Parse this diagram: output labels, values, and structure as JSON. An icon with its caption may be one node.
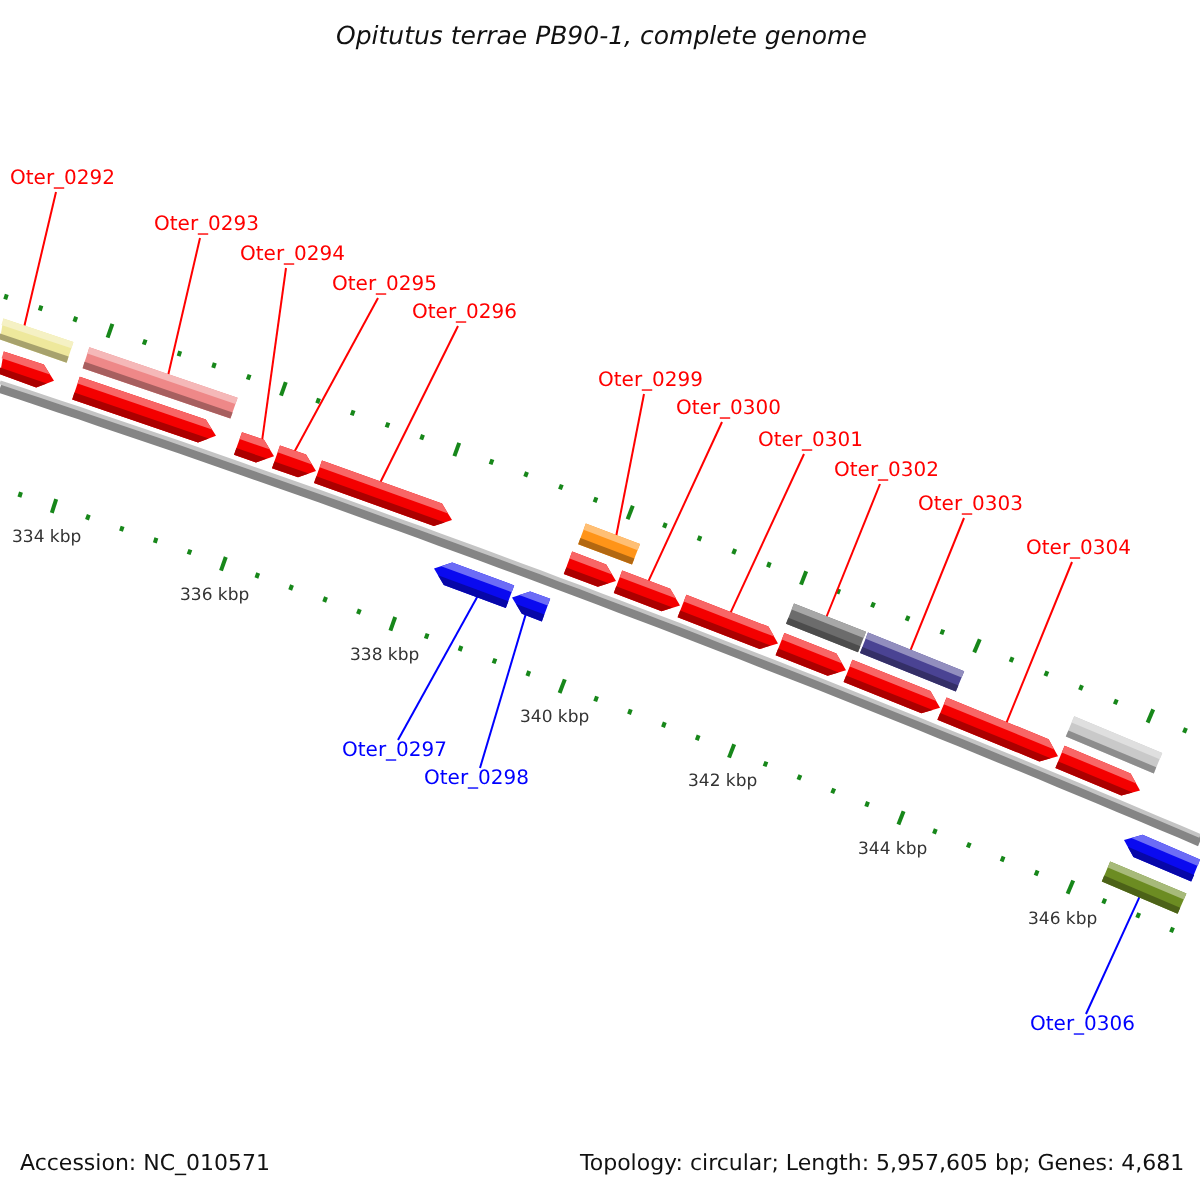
{
  "diagram": {
    "title": "Opitutus terrae PB90-1, complete genome",
    "nodes": [
      {
        "text": [
          "Oter_0292"
        ]
      },
      {
        "text": [
          "Oter_0293"
        ]
      },
      {
        "text": [
          "Oter_0294"
        ]
      },
      {
        "text": [
          "Oter_0295"
        ]
      },
      {
        "text": [
          "Oter_0296"
        ]
      },
      {
        "text": [
          "Oter_0297"
        ]
      },
      {
        "text": [
          "Oter_0298"
        ]
      },
      {
        "text": [
          "Oter_0299"
        ]
      },
      {
        "text": [
          "Oter_0300"
        ]
      },
      {
        "text": [
          "Oter_0301"
        ]
      },
      {
        "text": [
          "Oter_0302"
        ]
      },
      {
        "text": [
          "Oter_0303"
        ]
      },
      {
        "text": [
          "Oter_0304"
        ]
      },
      {
        "text": [
          "Oter_0306"
        ]
      },
      {
        "text": [],
        "shape": "bar"
      },
      {
        "text": [],
        "shape": "pentagon"
      },
      {
        "text": [],
        "shape": "pentagon"
      },
      {
        "text": [],
        "shape": "bar"
      },
      {
        "text": [],
        "shape": "pentagon"
      },
      {
        "text": [],
        "shape": "pentagon"
      },
      {
        "text": [],
        "shape": "pentagon"
      },
      {
        "text": [],
        "shape": "pentagon"
      },
      {
        "text": [],
        "shape": "pentagon"
      },
      {
        "text": [],
        "shape": "pentagon"
      },
      {
        "text": [],
        "shape": "bar"
      },
      {
        "text": [],
        "shape": "pentagon"
      },
      {
        "text": [],
        "shape": "pentagon"
      },
      {
        "text": [],
        "shape": "pentagon"
      },
      {
        "text": [],
        "shape": "bar"
      },
      {
        "text": [],
        "shape": "pentagon"
      },
      {
        "text": [],
        "shape": "bar"
      },
      {
        "text": [],
        "shape": "pentagon"
      },
      {
        "text": [],
        "shape": "pentagon"
      },
      {
        "text": [],
        "shape": "bar"
      },
      {
        "text": [],
        "shape": "bar"
      },
      {
        "text": [],
        "shape": "pentagon"
      }
    ],
    "edges": [
      {
        "from": 0,
        "to": 14,
        "arrow": "none"
      },
      {
        "from": 1,
        "to": 17,
        "arrow": "none"
      },
      {
        "from": 2,
        "to": 18,
        "arrow": "none"
      },
      {
        "from": 3,
        "to": 19,
        "arrow": "none"
      },
      {
        "from": 4,
        "to": 20,
        "arrow": "none"
      },
      {
        "from": 5,
        "to": 21,
        "arrow": "none",
        "color": "#0000ff"
      },
      {
        "from": 6,
        "to": 22,
        "arrow": "none",
        "color": "#0000ff"
      },
      {
        "from": 7,
        "to": 24,
        "arrow": "none"
      },
      {
        "from": 8,
        "to": 25,
        "arrow": "none"
      },
      {
        "from": 9,
        "to": 26,
        "arrow": "none"
      },
      {
        "from": 10,
        "to": 28,
        "arrow": "none"
      },
      {
        "from": 11,
        "to": 30,
        "arrow": "none"
      },
      {
        "from": 12,
        "to": 31,
        "arrow": "none"
      },
      {
        "from": 13,
        "to": 34,
        "arrow": "none",
        "color": "#0000ff"
      }
    ],
    "labels": [
      "334 kbp",
      "336 kbp",
      "338 kbp",
      "340 kbp",
      "342 kbp",
      "344 kbp",
      "346 kbp",
      "Accession: NC_010571",
      "Topology: circular; Length: 5,957,605 bp; Genes: 4,681"
    ]
  }
}
